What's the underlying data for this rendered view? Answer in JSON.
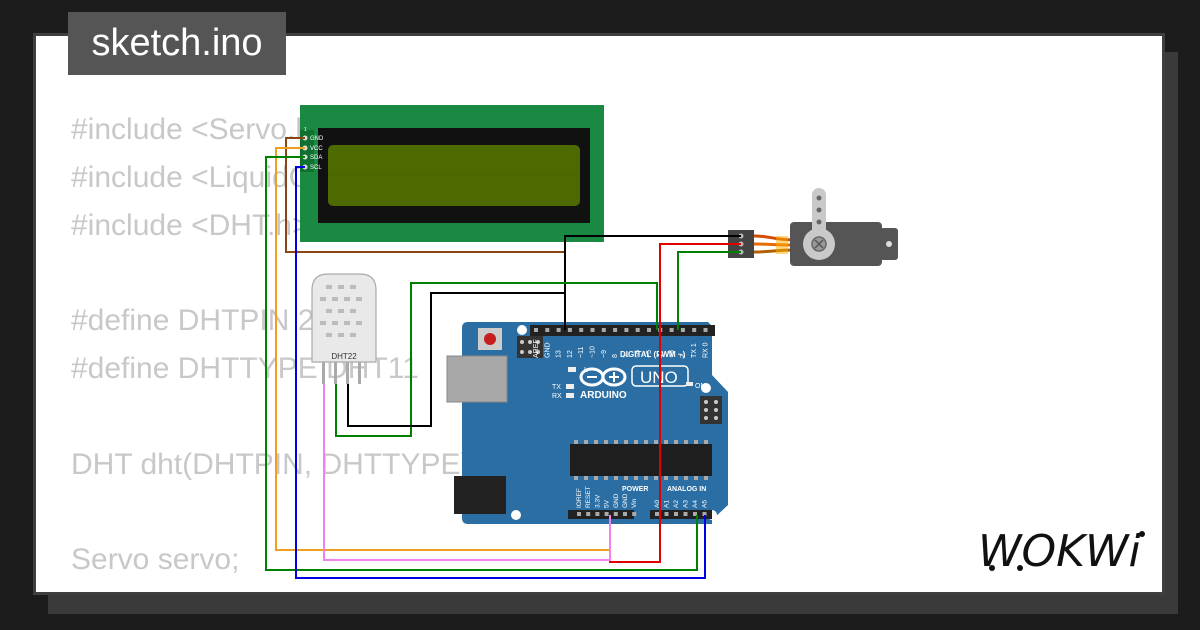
{
  "tab": {
    "title": "sketch.ino"
  },
  "code_lines": [
    "#include <Servo.h>",
    "#include <LiquidCrystal_I2C.h>",
    "#include <DHT.h>",
    "",
    "#define DHTPIN 2",
    "#define DHTTYPE DHT11",
    "",
    "DHT dht(DHTPIN, DHTTYPE);",
    "",
    "Servo servo;"
  ],
  "lcd": {
    "pins": [
      "GND",
      "VCC",
      "SDA",
      "SCL"
    ]
  },
  "dht": {
    "label": "DHT22"
  },
  "arduino": {
    "logo_text": "ARDUINO",
    "model": "UNO",
    "on_label": "ON",
    "digital_label": "DIGITAL (PWM ~)",
    "analog_label": "ANALOG IN",
    "power_label": "POWER",
    "led_l": "L",
    "led_tx": "TX",
    "led_rx": "RX",
    "top_pins": [
      "AREF",
      "GND",
      "13",
      "12",
      "~11",
      "~10",
      "~9",
      "8",
      "7",
      "~6",
      "~5",
      "4",
      "~3",
      "2",
      "TX 1",
      "RX 0"
    ],
    "power_pins": [
      "IOREF",
      "RESET",
      "3.3V",
      "5V",
      "GND",
      "GND",
      "Vin"
    ],
    "analog_pins": [
      "A0",
      "A1",
      "A2",
      "A3",
      "A4",
      "A5"
    ]
  },
  "brand": {
    "logo": "WOKWi"
  },
  "colors": {
    "board": "#2b6ea3",
    "lcd_pcb": "#1a8a43",
    "lcd_screen": "#4c6a00",
    "wire_black": "#000000",
    "wire_brown": "#8b4513",
    "wire_orange": "#f0a020",
    "wire_green": "#008000",
    "wire_blue": "#0000e0",
    "wire_red": "#e00000",
    "wire_pink": "#ee82ee"
  }
}
